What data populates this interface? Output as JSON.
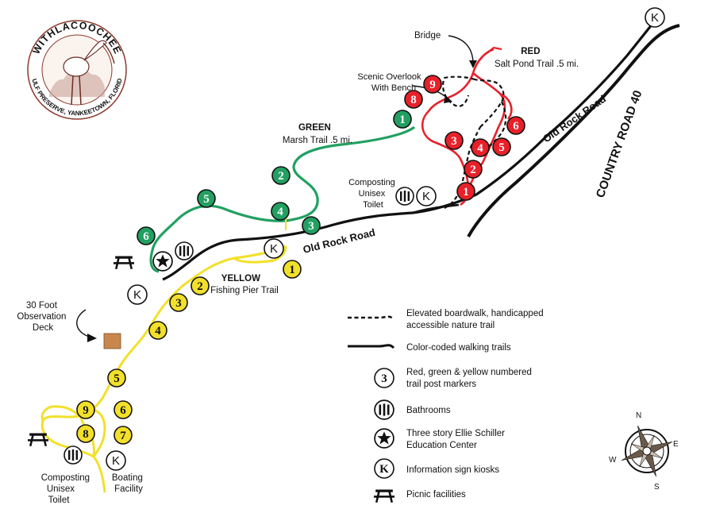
{
  "logo": {
    "name": "WITHLACOOCHEE",
    "subtitle": "GULF PRESERVE, YANKEETOWN, FLORIDA"
  },
  "roads": {
    "old_rock_road_label": "Old Rock Road",
    "country_road_label": "COUNTRY ROAD 40"
  },
  "trails": {
    "green": {
      "name": "GREEN",
      "subtitle": "Marsh Trail .5 mi.",
      "color": "#22a061",
      "markers": [
        "1",
        "2",
        "3",
        "4",
        "5",
        "6"
      ]
    },
    "red": {
      "name": "RED",
      "subtitle": "Salt Pond Trail .5 mi.",
      "color": "#e8202a",
      "markers": [
        "1",
        "2",
        "3",
        "4",
        "5",
        "6",
        "8",
        "9"
      ]
    },
    "yellow": {
      "name": "YELLOW",
      "subtitle": "Fishing Pier Trail",
      "color": "#f2e02a",
      "markers": [
        "1",
        "2",
        "3",
        "4",
        "5",
        "6",
        "7",
        "8",
        "9"
      ]
    }
  },
  "labels": {
    "bridge": "Bridge",
    "scenic_overlook": [
      "Scenic Overlook",
      "With Bench"
    ],
    "composting_toilet_top": [
      "Composting",
      "Unisex",
      "Toilet"
    ],
    "observation_deck": [
      "30 Foot",
      "Observation",
      "Deck"
    ],
    "composting_toilet_bottom": [
      "Composting",
      "Unisex",
      "Toilet"
    ],
    "boating_facility": [
      "Boating",
      "Facility"
    ]
  },
  "legend": {
    "items": [
      {
        "icon": "dashed-line",
        "text": [
          "Elevated boardwalk, handicapped",
          "accessible nature trail"
        ]
      },
      {
        "icon": "solid-line",
        "text": [
          "Color-coded walking trails"
        ]
      },
      {
        "icon": "number-marker",
        "marker": "3",
        "text": [
          "Red, green & yellow numbered",
          "trail post markers"
        ]
      },
      {
        "icon": "bathroom-icon",
        "text": [
          "Bathrooms"
        ]
      },
      {
        "icon": "star-icon",
        "text": [
          "Three story Ellie Schiller",
          "Education Center"
        ]
      },
      {
        "icon": "kiosk-icon",
        "marker": "K",
        "text": [
          "Information sign kiosks"
        ]
      },
      {
        "icon": "picnic-icon",
        "text": [
          "Picnic facilities"
        ]
      }
    ]
  },
  "compass": {
    "n": "N",
    "e": "E",
    "s": "S",
    "w": "W"
  },
  "kiosk_letter": "K"
}
